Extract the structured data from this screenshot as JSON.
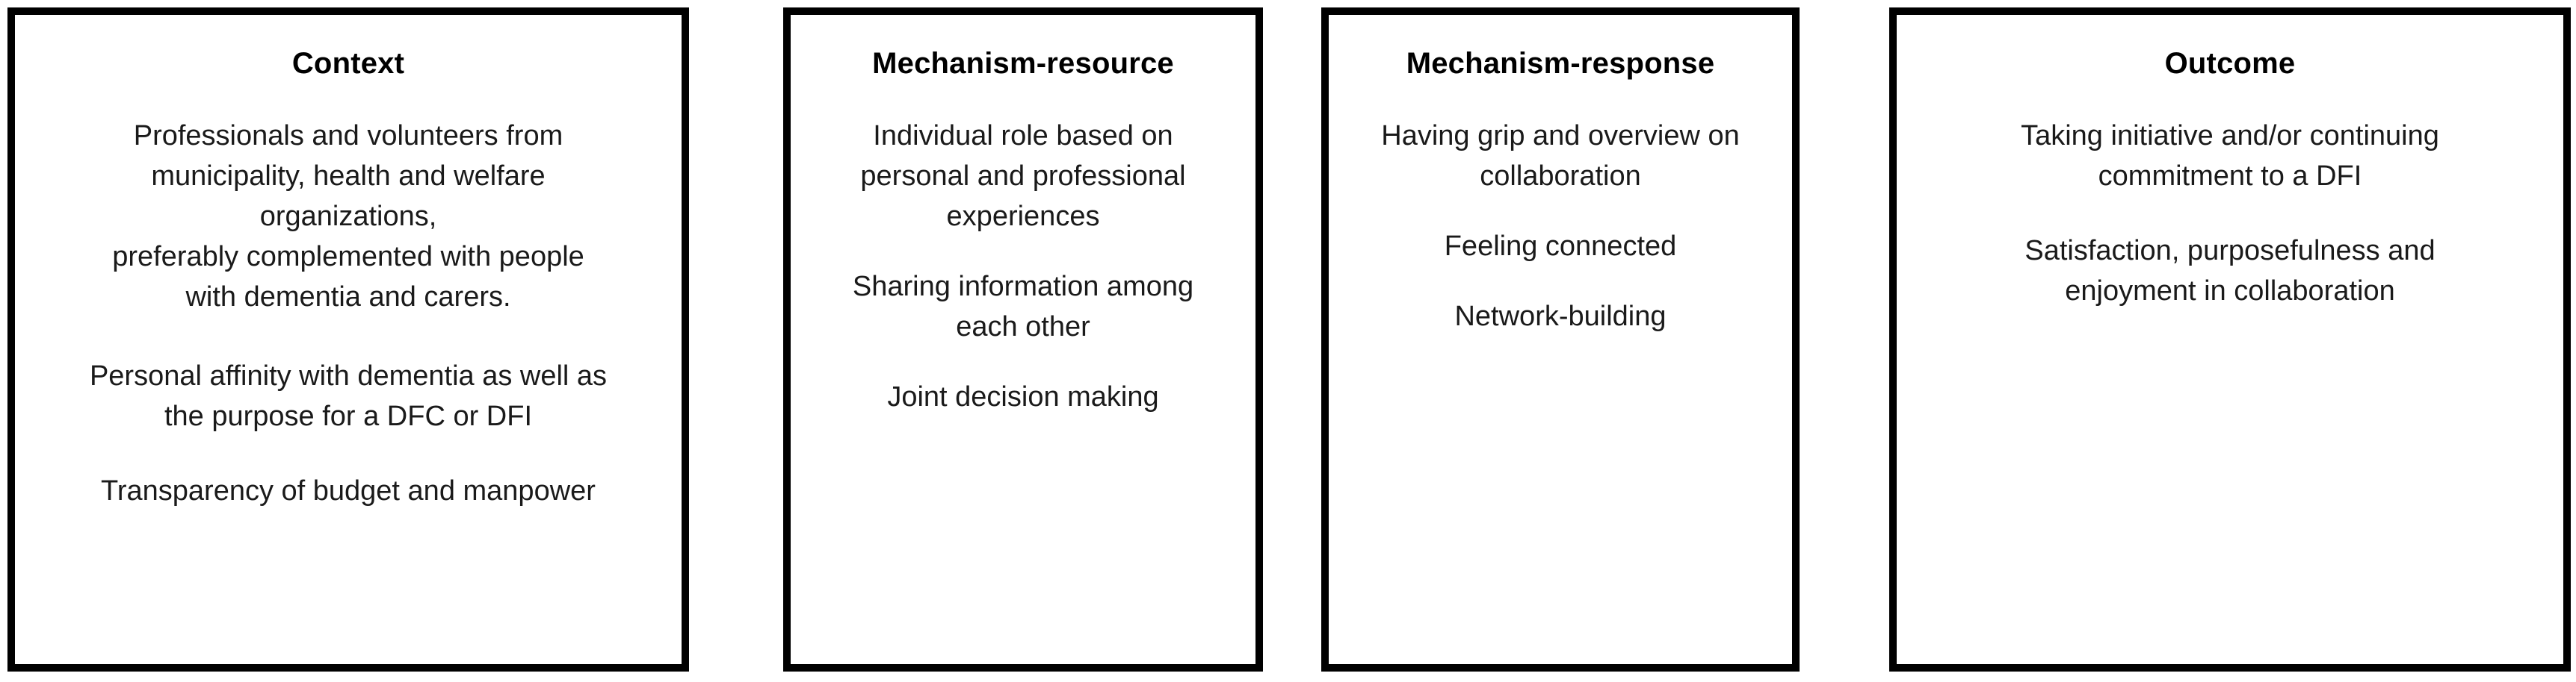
{
  "diagram": {
    "type": "cmo-configuration",
    "background_color": "#ffffff",
    "border_color": "#000000",
    "text_color": "#1a1a1a",
    "boxes": [
      {
        "id": "context",
        "title": "Context",
        "blocks": [
          "Professionals and volunteers from\nmunicipality, health and welfare\norganizations,\npreferably complemented with people\nwith dementia and carers.",
          "Personal affinity with dementia as well as\nthe purpose for a DFC or DFI",
          "Transparency of budget and manpower"
        ]
      },
      {
        "id": "mechanism-resource",
        "title": "Mechanism-resource",
        "blocks": [
          "Individual role based on\npersonal and professional\nexperiences",
          "Sharing information among\neach other",
          "Joint decision making"
        ]
      },
      {
        "id": "mechanism-response",
        "title": "Mechanism-response",
        "blocks": [
          "Having grip and overview on\ncollaboration",
          "Feeling connected",
          "Network-building"
        ]
      },
      {
        "id": "outcome",
        "title": "Outcome",
        "blocks": [
          "Taking initiative and/or continuing\ncommitment to a DFI",
          "Satisfaction, purposefulness and\nenjoyment in collaboration"
        ]
      }
    ]
  }
}
